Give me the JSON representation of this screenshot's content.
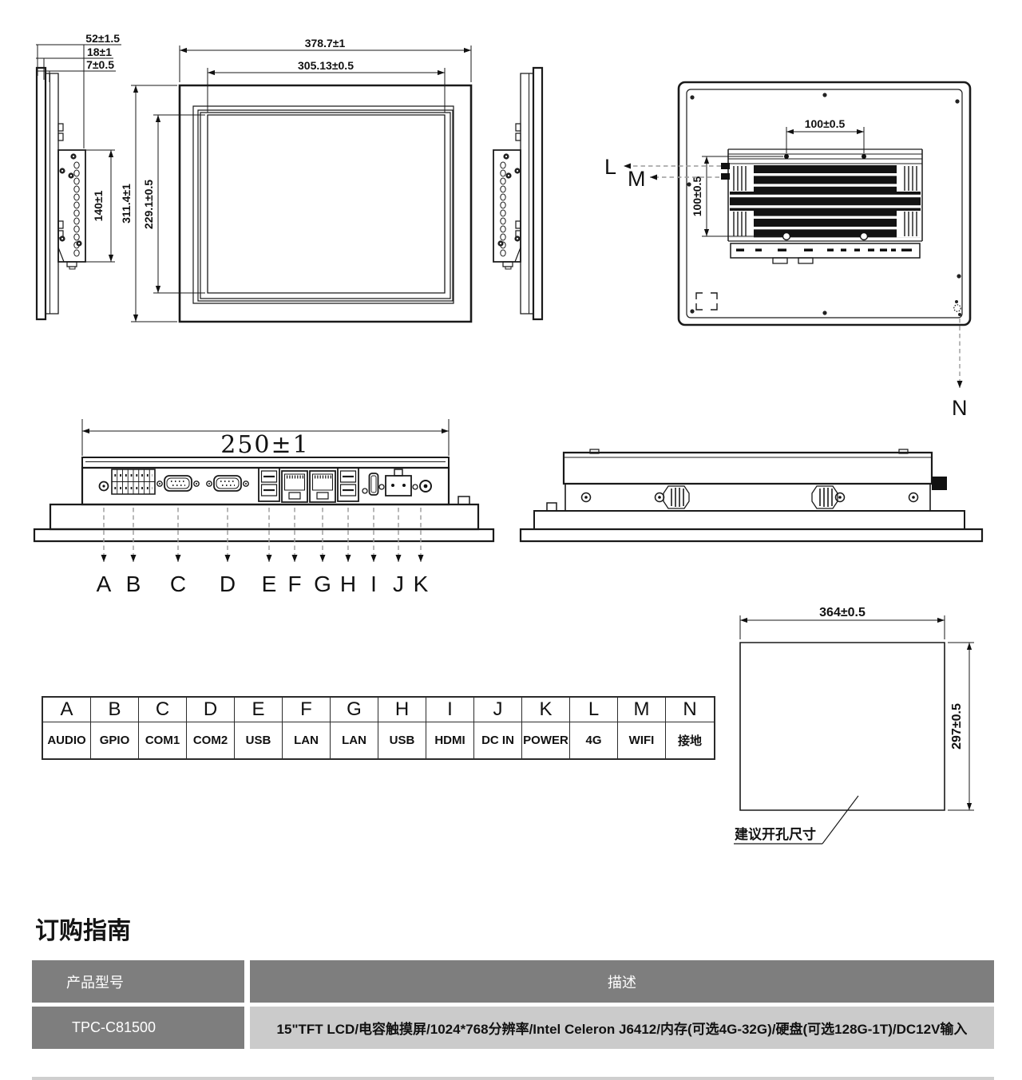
{
  "side_view": {
    "dim_52": "52±1.5",
    "dim_18": "18±1",
    "dim_7": "7±0.5",
    "dim_140": "140±1"
  },
  "front_view": {
    "dim_width": "378.7±1",
    "dim_screen_width": "305.13±0.5",
    "dim_height": "311.4±1",
    "dim_screen_height": "229.1±0.5"
  },
  "rear_view": {
    "dim_vesa_width": "100±0.5",
    "dim_vesa_height": "100±0.5",
    "label_l": "L",
    "label_m": "M",
    "label_n": "N"
  },
  "bottom_view": {
    "dim_width": "250±1",
    "port_letters": [
      "A",
      "B",
      "C",
      "D",
      "E",
      "F",
      "G",
      "H",
      "I",
      "J",
      "K"
    ]
  },
  "cutout_view": {
    "dim_width": "364±0.5",
    "dim_height": "297±0.5",
    "note": "建议开孔尺寸"
  },
  "port_table": {
    "letters": [
      "A",
      "B",
      "C",
      "D",
      "E",
      "F",
      "G",
      "H",
      "I",
      "J",
      "K",
      "L",
      "M",
      "N"
    ],
    "names": [
      "AUDIO",
      "GPIO",
      "COM1",
      "COM2",
      "USB",
      "LAN",
      "LAN",
      "USB",
      "HDMI",
      "DC IN",
      "POWER",
      "4G",
      "WIFI",
      "接地"
    ]
  },
  "ordering_guide": {
    "title": "订购指南",
    "header_model": "产品型号",
    "header_description": "描述",
    "rows": [
      {
        "model": "TPC-C81500",
        "description": "15\"TFT LCD/电容触摸屏/1024*768分辨率/Intel Celeron J6412/内存(可选4G-32G)/硬盘(可选128G-1T)/DC12V输入"
      }
    ]
  },
  "colors": {
    "line": "#1a1a1a",
    "leader_gray": "#9a9a9a",
    "table_header_bg": "#7e7e7e",
    "table_row_bg": "#cbcbcb",
    "header_text": "#ffffff"
  }
}
